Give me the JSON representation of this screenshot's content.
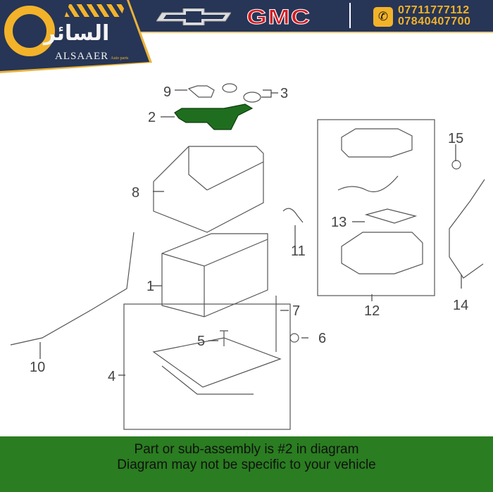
{
  "header": {
    "logo_arabic": "السائر",
    "logo_latin": "ALSAAER",
    "logo_tagline": "Auto parts",
    "brand_gmc": "GMC",
    "phones": [
      "07711777112",
      "07840407700"
    ],
    "icons": {
      "phone": "phone-icon",
      "chevrolet": "chevrolet-bowtie-logo"
    }
  },
  "diagram": {
    "callouts": [
      "1",
      "2",
      "3",
      "4",
      "5",
      "6",
      "7",
      "8",
      "9",
      "10",
      "11",
      "12",
      "13",
      "14",
      "15"
    ],
    "highlighted_part": "2",
    "highlight_color": "#1f6e1f"
  },
  "footer": {
    "line1": "Part or sub-assembly is #2 in diagram",
    "line2": "Diagram may not be specific to your vehicle"
  },
  "colors": {
    "navy": "#273556",
    "gold": "#f2b32a",
    "footer": "#2a7d20"
  }
}
